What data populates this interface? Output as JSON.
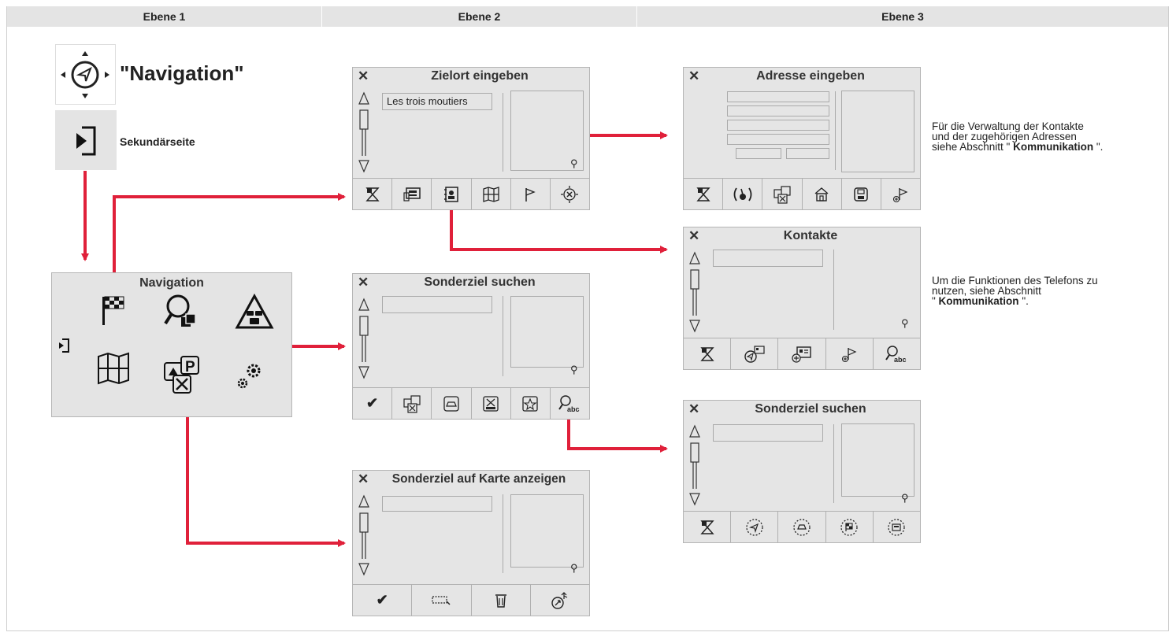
{
  "columns": [
    "Ebene 1",
    "Ebene 2",
    "Ebene 3"
  ],
  "level1": {
    "title": "\"Navigation\"",
    "secondary_label": "Sekundärseite",
    "menu_title": "Navigation"
  },
  "screens": {
    "zielort": {
      "title": "Zielort eingeben",
      "field_value": "Les trois moutiers"
    },
    "sonderziel": {
      "title": "Sonderziel suchen"
    },
    "karte": {
      "title": "Sonderziel auf Karte anzeigen"
    },
    "adresse": {
      "title": "Adresse eingeben"
    },
    "kontakte": {
      "title": "Kontakte"
    },
    "sonderziel3": {
      "title": "Sonderziel suchen"
    }
  },
  "notes": {
    "contacts": {
      "line1": "Für die Verwaltung der Kontakte",
      "line2": "und der zugehörigen Adressen",
      "line3_pre": "siehe Abschnitt \" ",
      "line3_bold": "Kommunikation",
      "line3_post": " \"."
    },
    "phone": {
      "line1": "Um die Funktionen des Telefons zu",
      "line2": "nutzen, siehe Abschnitt",
      "line3_pre": "\" ",
      "line3_bold": "Kommunikation",
      "line3_post": " \"."
    }
  },
  "icon_text": {
    "abc": "abc"
  },
  "colors": {
    "arrow": "#e0203a",
    "screen_bg": "#e5e5e5",
    "header_bg": "#e4e4e4"
  }
}
